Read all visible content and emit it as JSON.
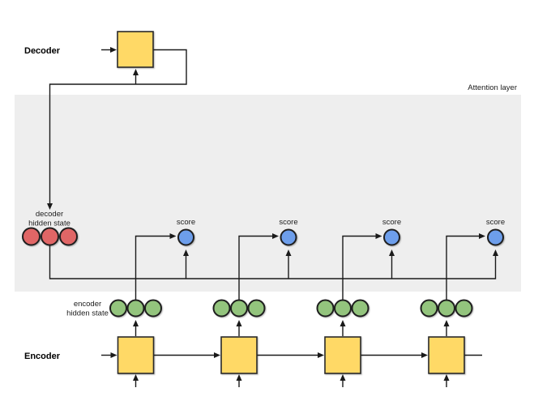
{
  "labels": {
    "decoder": "Decoder",
    "encoder": "Encoder",
    "attention_layer": "Attention layer",
    "score": "score",
    "decoder_hidden_state": {
      "line1": "decoder",
      "line2": "hidden state"
    },
    "encoder_hidden_state": {
      "line1": "encoder",
      "line2": "hidden state"
    }
  },
  "colors": {
    "attention_region_bg": "#eeeeee",
    "rnn_unit_yellow": "#ffd966",
    "decoder_state_red": "#e06666",
    "encoder_state_green": "#93c47d",
    "score_blue": "#6d9eeb",
    "wire_black": "#1a1a1a"
  },
  "structure": {
    "encoder_steps": 4,
    "score_nodes": 4,
    "circles_per_hidden_state": 3,
    "decoder_state_circles": 3
  }
}
